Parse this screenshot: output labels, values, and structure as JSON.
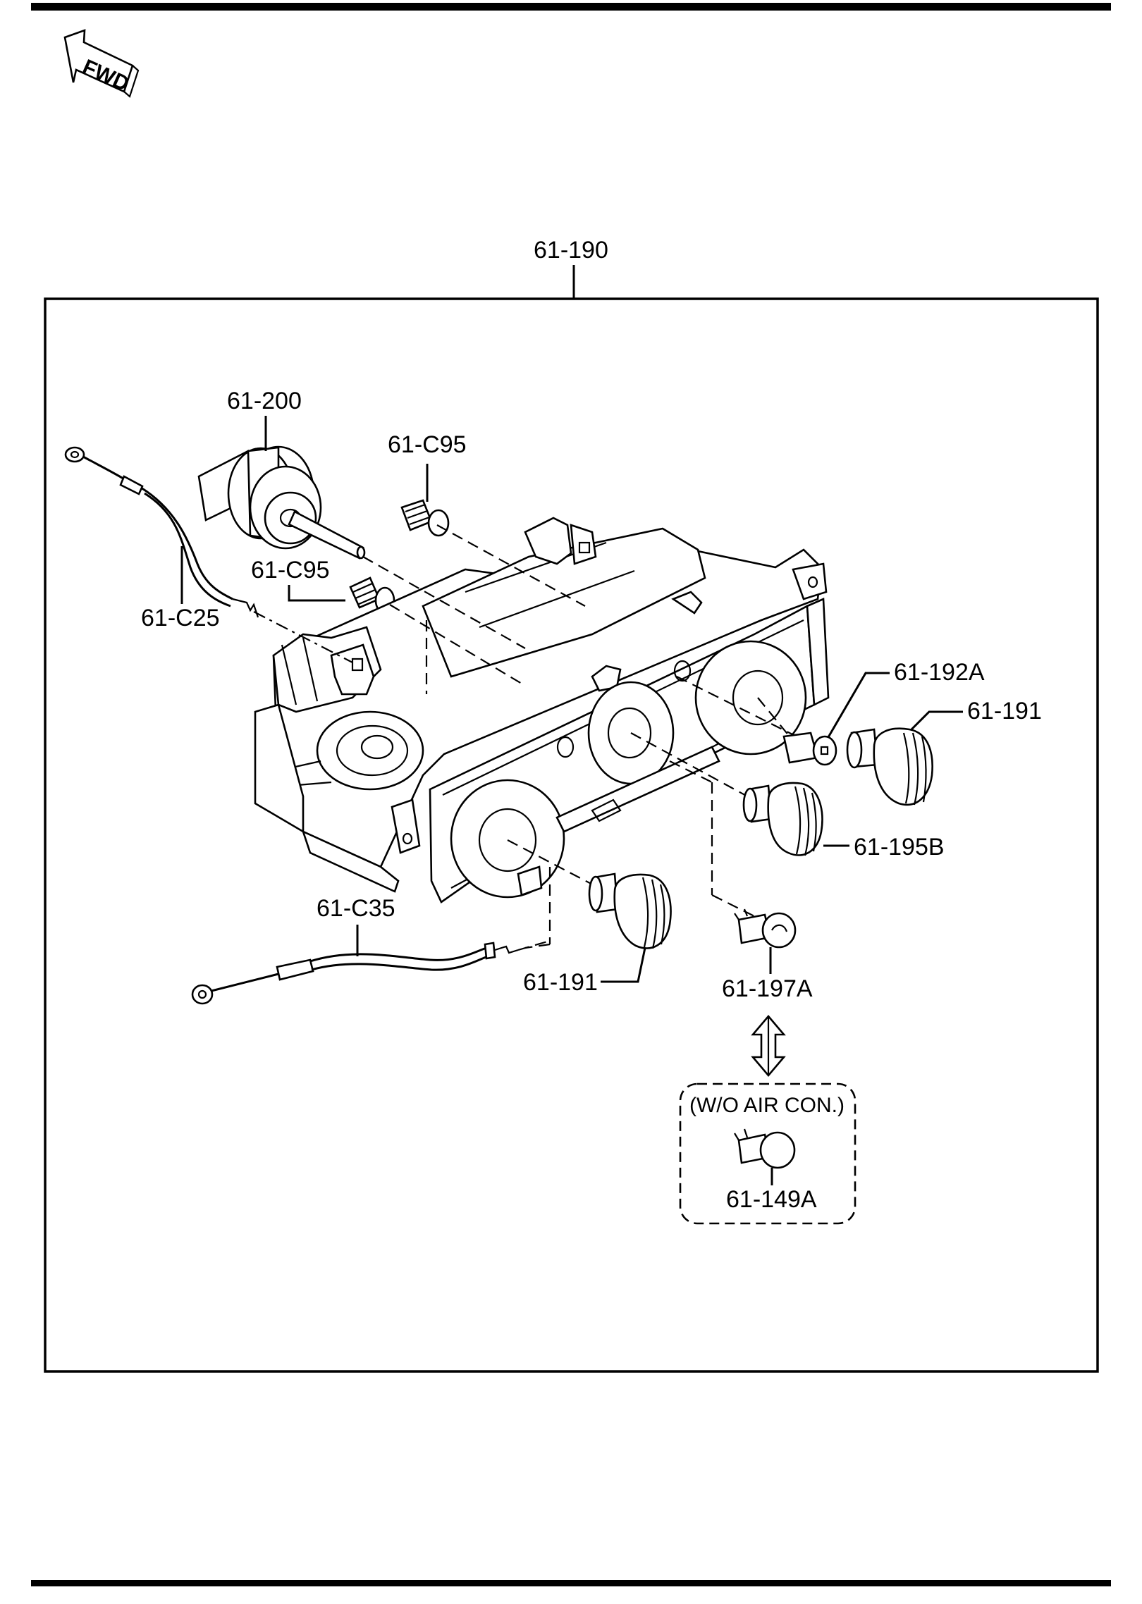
{
  "fwd_label": "FWD",
  "assembly_label": "61-190",
  "parts": {
    "blower_motor": "61-200",
    "bulb_upper": "61-C95",
    "bulb_lower": "61-C95",
    "cable_upper": "61-C25",
    "cable_lower": "61-C35",
    "bulb_holder_right": "61-192A",
    "knob_right": "61-191",
    "knob_center": "61-195B",
    "knob_left": "61-191",
    "switch_push": "61-197A",
    "switch_alt": "61-149A"
  },
  "variant_note": "(W/O AIR CON.)"
}
